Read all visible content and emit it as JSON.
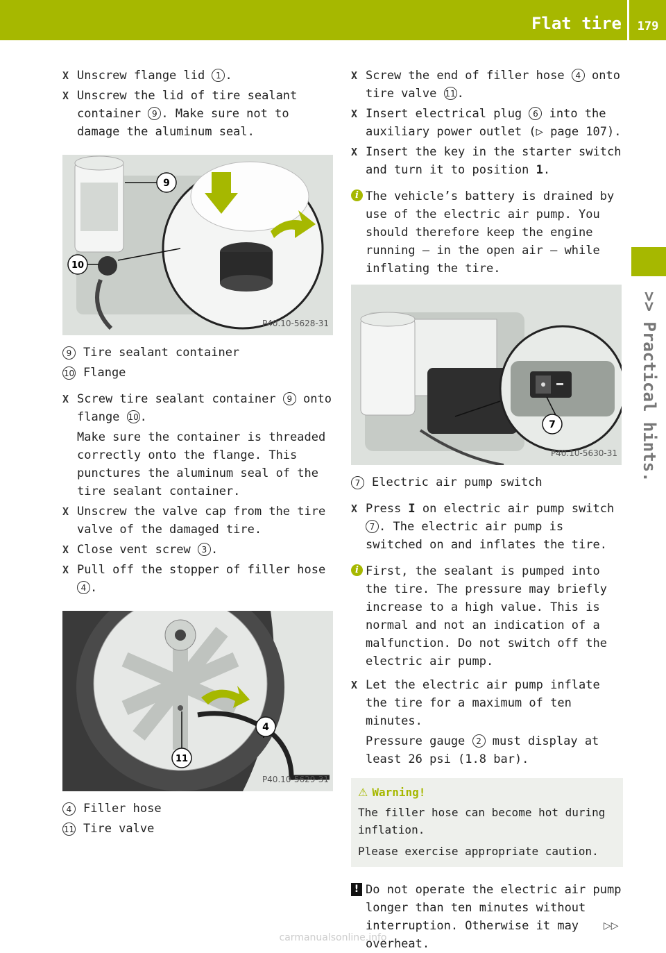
{
  "header": {
    "title": "Flat tire",
    "page": "179"
  },
  "side_label": ">> Practical hints.",
  "left": {
    "step1": {
      "text": "Unscrew flange lid ",
      "ref": "1",
      "end": "."
    },
    "step2": {
      "text": "Unscrew the lid of tire sealant container ",
      "ref": "9",
      "end": ". Make sure not to damage the aluminum seal."
    },
    "photo1": {
      "code": "P40.10-5628-31",
      "callout_a": "9",
      "callout_b": "10"
    },
    "legend1": [
      {
        "num": "9",
        "label": "Tire sealant container"
      },
      {
        "num": "10",
        "label": "Flange"
      }
    ],
    "step3": {
      "text_a": "Screw tire sealant container ",
      "ref_a": "9",
      "text_b": " onto flange ",
      "ref_b": "10",
      "end": "."
    },
    "step3_note": "Make sure the container is threaded correctly onto the flange. This punctures the aluminum seal of the tire sealant container.",
    "step4": "Unscrew the valve cap from the tire valve of the damaged tire.",
    "step5": {
      "text": "Close vent screw ",
      "ref": "3",
      "end": "."
    },
    "step6": {
      "text": "Pull off the stopper of filler hose ",
      "ref": "4",
      "end": "."
    },
    "photo2": {
      "code": "P40.10-5629-31",
      "callout_a": "4",
      "callout_b": "11"
    },
    "legend2": [
      {
        "num": "4",
        "label": "Filler hose"
      },
      {
        "num": "11",
        "label": "Tire valve"
      }
    ]
  },
  "right": {
    "step1": {
      "text_a": "Screw the end of filler hose ",
      "ref_a": "4",
      "text_b": " onto tire valve ",
      "ref_b": "11",
      "end": "."
    },
    "step2": {
      "text_a": "Insert electrical plug ",
      "ref_a": "6",
      "text_b": " into the auxiliary power outlet (",
      "arrow": "▷",
      "page_ref": " page 107)."
    },
    "step3": {
      "text": "Insert the key in the starter switch and turn it to position ",
      "pos": "1",
      "end": "."
    },
    "info1": "The vehicle’s battery is drained by use of the electric air pump. You should therefore keep the engine running — in the open air — while inflating the tire.",
    "photo3": {
      "code": "P40.10-5630-31",
      "callout_a": "7"
    },
    "legend3": [
      {
        "num": "7",
        "label": "Electric air pump switch"
      }
    ],
    "step4": {
      "text_a": "Press ",
      "key": "I",
      "text_b": " on electric air pump switch ",
      "ref": "7",
      "end": ". The electric air pump is switched on and inflates the tire."
    },
    "info2": "First, the sealant is pumped into the tire. The pressure may briefly increase to a high value. This is normal and not an indication of a malfunction. Do not switch off the electric air pump.",
    "step5": "Let the electric air pump inflate the tire for a maximum of ten minutes.",
    "step5_note": {
      "text_a": "Pressure gauge ",
      "ref": "2",
      "text_b": " must display at least 26 psi (1.8 bar)."
    },
    "warning": {
      "title": "Warning!",
      "p1": "The filler hose can become hot during inflation.",
      "p2": "Please exercise appropriate caution."
    },
    "notice": "Do not operate the electric air pump longer than ten minutes without interruption. Otherwise it may overheat."
  },
  "continue_mark": "▷▷",
  "footer": "carmanualsonline.info",
  "colors": {
    "accent": "#a6b800"
  }
}
